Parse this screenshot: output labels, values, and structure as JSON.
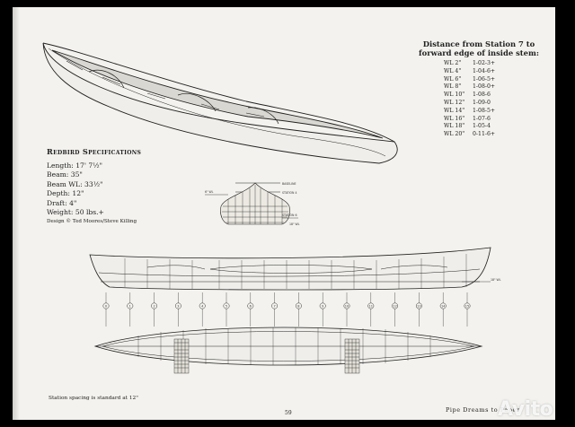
{
  "table": {
    "title_line1": "Distance from Station 7 to",
    "title_line2": "forward edge of inside stem:",
    "rows": [
      {
        "wl": "WL 2\"",
        "val": "1-02-3+"
      },
      {
        "wl": "WL 4\"",
        "val": "1-04-6+"
      },
      {
        "wl": "WL 6\"",
        "val": "1-06-5+"
      },
      {
        "wl": "WL 8\"",
        "val": "1-08-0+"
      },
      {
        "wl": "WL 10\"",
        "val": "1-08-6"
      },
      {
        "wl": "WL 12\"",
        "val": "1-09-0"
      },
      {
        "wl": "WL 14\"",
        "val": "1-08-5+"
      },
      {
        "wl": "WL 16\"",
        "val": "1-07-6"
      },
      {
        "wl": "WL 18\"",
        "val": "1-05-4"
      },
      {
        "wl": "WL 20\"",
        "val": "0-11-6+"
      }
    ]
  },
  "specs": {
    "title": "Redbird Specifications",
    "lines": [
      "Length: 17' 7½\"",
      "Beam: 35\"",
      "Beam WL: 33½\"",
      "Depth: 12\"",
      "Draft: 4\"",
      "Weight: 50 lbs.+"
    ],
    "credit": "Design © Ted Moores/Steve Killing"
  },
  "section_labels": {
    "baseline": "BASELINE",
    "station4": "STATION 4",
    "station6": "STATION 6",
    "wl6": "6\" WL",
    "wl18": "18\" WL"
  },
  "profile_label": "18\" WL",
  "stations": [
    "0",
    "1",
    "2",
    "3",
    "4",
    "5",
    "6",
    "7",
    "8",
    "9",
    "10",
    "11",
    "12",
    "13",
    "14",
    "15"
  ],
  "footer": {
    "note": "Station spacing is standard at 12\"",
    "page_number": "59",
    "running_title": "Pipe Dreams to Paper"
  },
  "watermark": "Avito"
}
